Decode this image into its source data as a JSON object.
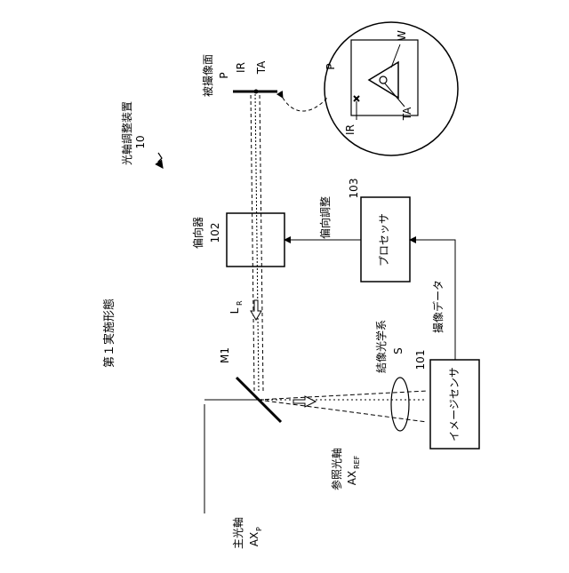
{
  "labels": {
    "title": "第１実施形態",
    "apparatus": "光軸調整装置",
    "apparatus_ref": "10",
    "surface": "被撮像面",
    "surface_ref": "P",
    "ir": "IR",
    "ta": "TA",
    "deflector": "偏向器",
    "deflector_ref": "102",
    "deflection_adjust": "偏向調整",
    "processor_ref": "103",
    "processor": "プロセッサ",
    "imaging_data": "撮像データ",
    "sensor": "イメージセンサ",
    "sensor_ref": "101",
    "optics": "結像光学系",
    "optics_ref": "S",
    "mirror": "M1",
    "beam": "L",
    "beam_sub": "R",
    "ref_axis": "参照光軸",
    "ref_axis_sym": "AX",
    "ref_axis_sub": "REF",
    "main_axis": "主光軸",
    "main_axis_sym": "AX",
    "main_axis_sub": "P",
    "inset_p": "P",
    "inset_w": "W",
    "inset_ta": "TA",
    "inset_ir": "IR"
  }
}
